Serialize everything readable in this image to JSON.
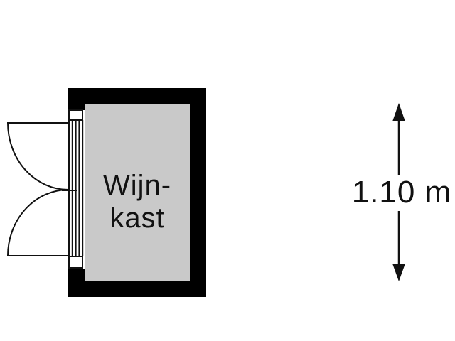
{
  "floorplan": {
    "room": {
      "label_line1": "Wijn-",
      "label_line2": "kast"
    },
    "door": {
      "type": "double-swing-door",
      "leaf_count": 2
    },
    "colors": {
      "wall": "#000000",
      "floor": "#c9c9c9",
      "line": "#111111",
      "background": "#ffffff"
    }
  },
  "dimension": {
    "label": "1.10 m",
    "orientation": "vertical"
  }
}
